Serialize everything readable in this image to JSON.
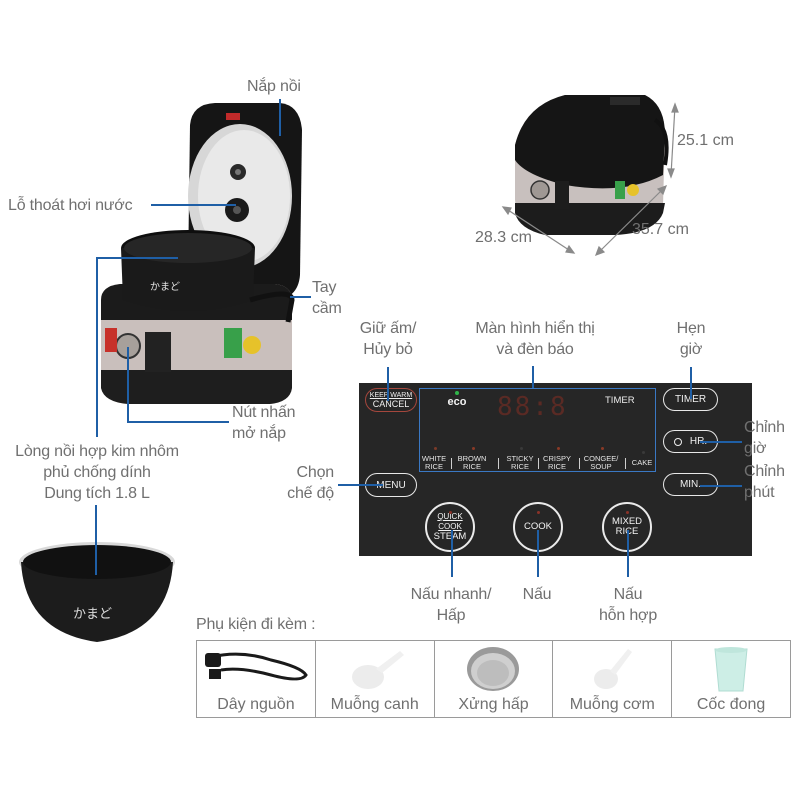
{
  "product_callouts": {
    "lid": "Nắp nồi",
    "steam_vent": "Lỗ thoát hơi nước",
    "handle": [
      "Tay",
      "cầm"
    ],
    "lid_release_button": [
      "Nút nhấn",
      "mở nắp"
    ],
    "inner_pot": [
      "Lòng nồi hợp kim nhôm",
      "phủ chống dính",
      "Dung tích 1.8 L"
    ]
  },
  "dimensions": {
    "height": "25.1 cm",
    "depth": "28.3 cm",
    "width": "35.7 cm"
  },
  "panel_callouts": {
    "keep_warm_cancel": [
      "Giữ ấm/",
      "Hủy bỏ"
    ],
    "display": [
      "Màn hình hiển thị",
      "và đèn báo"
    ],
    "timer": [
      "Hẹn",
      "giờ"
    ],
    "hour": [
      "Chỉnh",
      "giờ"
    ],
    "minute": [
      "Chỉnh",
      "phút"
    ],
    "menu": [
      "Chọn",
      "chế độ"
    ],
    "quick_cook": [
      "Nấu nhanh/",
      "Hấp"
    ],
    "cook": "Nấu",
    "mixed_rice": [
      "Nấu",
      "hỗn hợp"
    ]
  },
  "control_panel": {
    "keep_warm_label": "KEEP WARM",
    "cancel_label": "CANCEL",
    "eco_label": "eco",
    "display_digits": "88:8",
    "timer_indicator": "TIMER",
    "timer_button": "TIMER",
    "hr_button": "HR.",
    "min_button": "MIN.",
    "menu_button": "MENU",
    "quick_cook_top": "QUICK COOK",
    "quick_cook_bottom": "STEAM",
    "cook_button": "COOK",
    "mixed_top": "MIXED",
    "mixed_bottom": "RICE",
    "modes": [
      {
        "top": "WHITE",
        "bottom": "RICE"
      },
      {
        "top": "BROWN",
        "bottom": "RICE"
      },
      {
        "top": "STICKY",
        "bottom": "RICE"
      },
      {
        "top": "CRISPY",
        "bottom": "RICE"
      },
      {
        "top": "CONGEE/",
        "bottom": "SOUP"
      },
      {
        "top": "CAKE",
        "bottom": ""
      }
    ]
  },
  "accessories": {
    "title": "Phụ kiện đi kèm :",
    "items": [
      {
        "name": "Dây nguồn",
        "icon": "power-cord-icon"
      },
      {
        "name": "Muỗng canh",
        "icon": "soup-ladle-icon"
      },
      {
        "name": "Xửng hấp",
        "icon": "steamer-basket-icon"
      },
      {
        "name": "Muỗng cơm",
        "icon": "rice-paddle-icon"
      },
      {
        "name": "Cốc đong",
        "icon": "measuring-cup-icon"
      }
    ]
  },
  "colors": {
    "callout_line": "#1f5fa6",
    "panel_bg": "#262626",
    "display_frame": "#3a78c4",
    "label_text": "#707070"
  }
}
